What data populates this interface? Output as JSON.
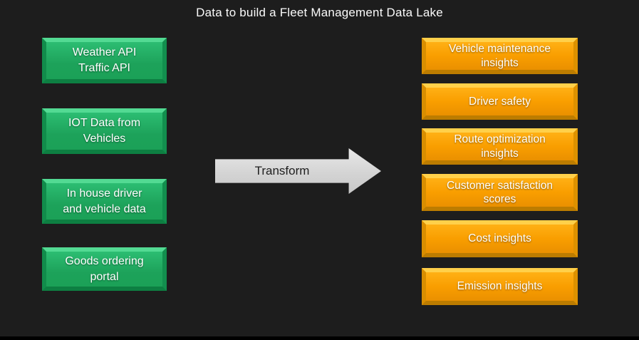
{
  "slide": {
    "title": "Data to build a Fleet Management Data Lake"
  },
  "transform_arrow": {
    "label": "Transform"
  },
  "sources": [
    {
      "label": "Weather API\nTraffic API"
    },
    {
      "label": "IOT Data from\nVehicles"
    },
    {
      "label": "In house driver\nand vehicle data"
    },
    {
      "label": "Goods ordering\nportal"
    }
  ],
  "insights": [
    {
      "label": "Vehicle maintenance\ninsights"
    },
    {
      "label": "Driver safety"
    },
    {
      "label": "Route optimization\ninsights"
    },
    {
      "label": "Customer satisfaction\nscores"
    },
    {
      "label": "Cost insights"
    },
    {
      "label": "Emission insights"
    }
  ],
  "colors": {
    "background": "#1d1d1d",
    "source_box_green": "#1da25a",
    "source_bevel_light": "#53da93",
    "source_bevel_dark": "#0d7f42",
    "insight_box_orange": "#f99e00",
    "insight_bevel_light": "#ffd04a",
    "insight_bevel_dark": "#bc7c00",
    "arrow_gray": "#d9d9d9",
    "text_white": "#ffffff",
    "letterbox_black": "#000000"
  }
}
